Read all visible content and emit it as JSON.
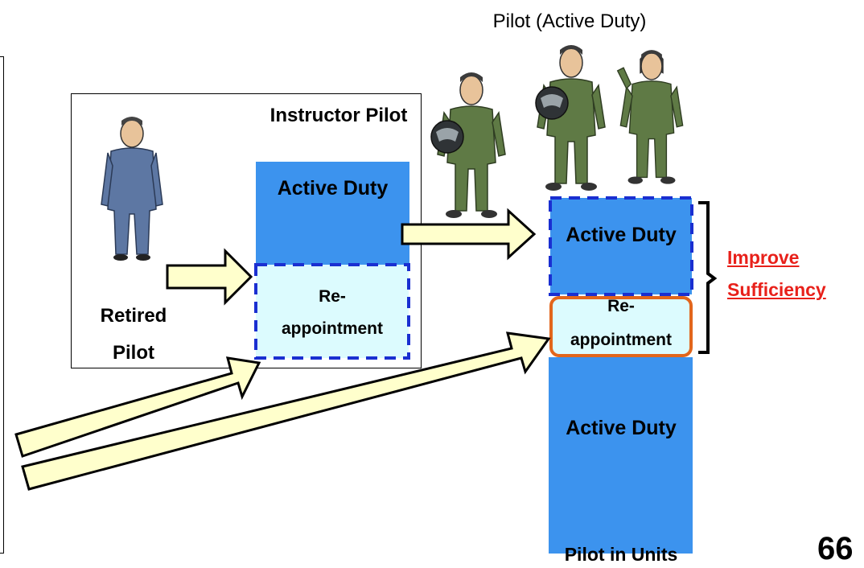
{
  "top_label": "Pilot (Active Duty)",
  "instructor_label": "Instructor Pilot",
  "instructor_block": {
    "active": "Active Duty",
    "reappointment_line1": "Re-",
    "reappointment_line2": "appointment"
  },
  "retired_label_line1": "Retired",
  "retired_label_line2": "Pilot",
  "units_block": {
    "active_top": "Active Duty",
    "reappointment_line1": "Re-",
    "reappointment_line2": "appointment",
    "active_bottom": "Active Duty"
  },
  "improve_line1": "Improve",
  "improve_line2": "Sufficiency",
  "bottom_label": "Pilot in Units",
  "page_number": "66",
  "colors": {
    "active_duty": "#3c93ee",
    "reappointment": "#dcfbfe",
    "dashed_border": "#1a2fd1",
    "highlight_border": "#e2661c",
    "arrow_fill": "#ffffcc",
    "improve_text": "#e8201a"
  }
}
